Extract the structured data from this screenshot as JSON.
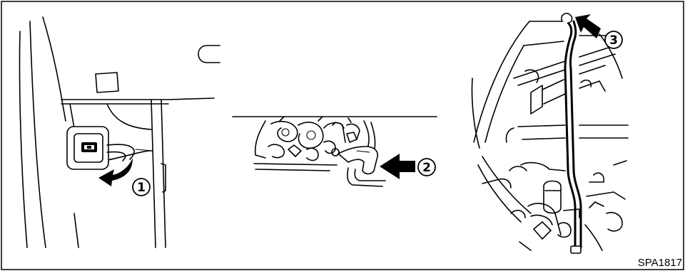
{
  "steps": [
    {
      "number": "①",
      "action": "pull-release-handle"
    },
    {
      "number": "②",
      "action": "push-secondary-latch-lever"
    },
    {
      "number": "③",
      "action": "insert-support-rod"
    }
  ],
  "figure_code": "SPA1817",
  "colors": {
    "line": "#000000",
    "background": "#ffffff"
  },
  "icons": [
    "curved-arrow-icon",
    "arrow-icon",
    "hood-lock-icon"
  ]
}
